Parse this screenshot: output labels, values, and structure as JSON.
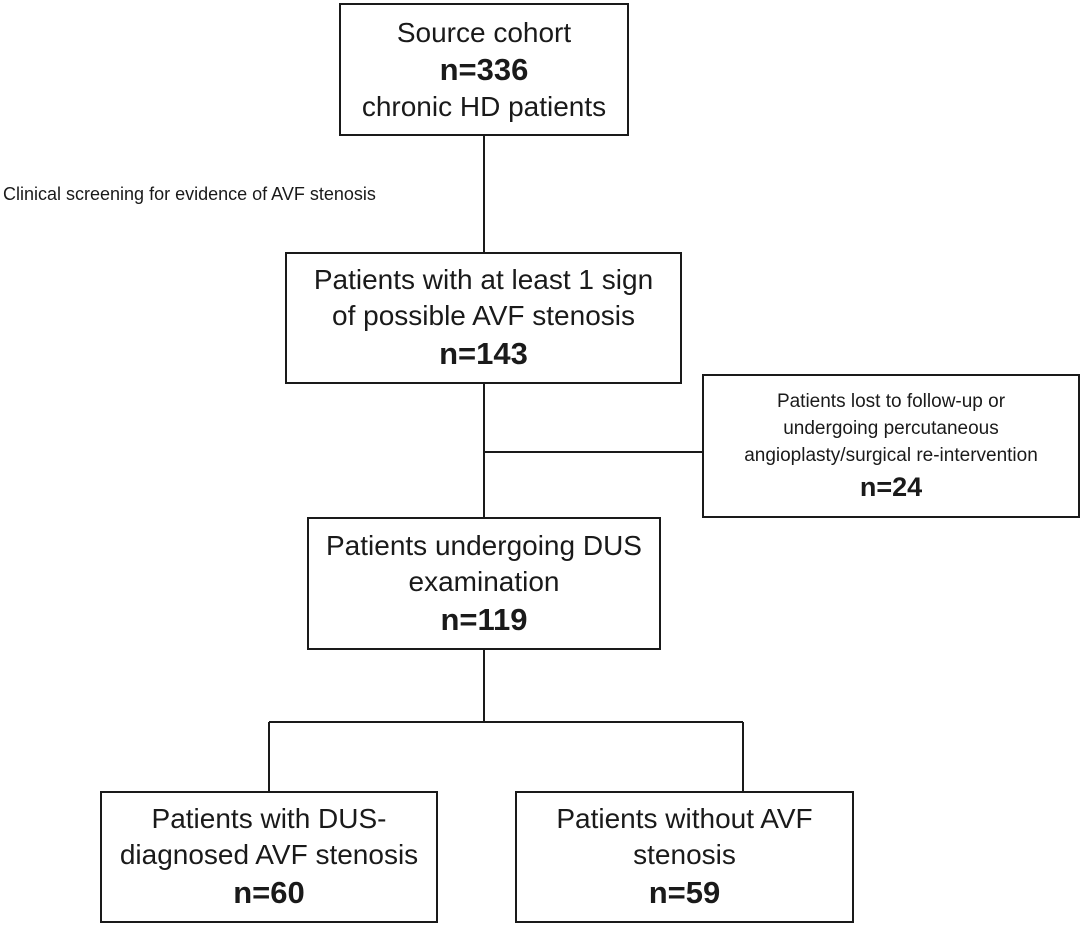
{
  "side_label": "Clinical screening for evidence of AVF stenosis",
  "boxes": {
    "source": {
      "line1": "Source cohort",
      "count": "n=336",
      "line2": "chronic HD patients"
    },
    "signs": {
      "line1": "Patients with at least 1 sign",
      "line2": "of possible AVF stenosis",
      "count": "n=143"
    },
    "lost": {
      "line1": "Patients lost to follow-up or",
      "line2": "undergoing percutaneous",
      "line3": "angioplasty/surgical re-intervention",
      "count": "n=24"
    },
    "dus": {
      "line1": "Patients undergoing DUS",
      "line2": "examination",
      "count": "n=119"
    },
    "stenosis": {
      "line1": "Patients with DUS-",
      "line2": "diagnosed AVF stenosis",
      "count": "n=60"
    },
    "no_stenosis": {
      "line1": "Patients without AVF",
      "line2": "stenosis",
      "count": "n=59"
    }
  }
}
